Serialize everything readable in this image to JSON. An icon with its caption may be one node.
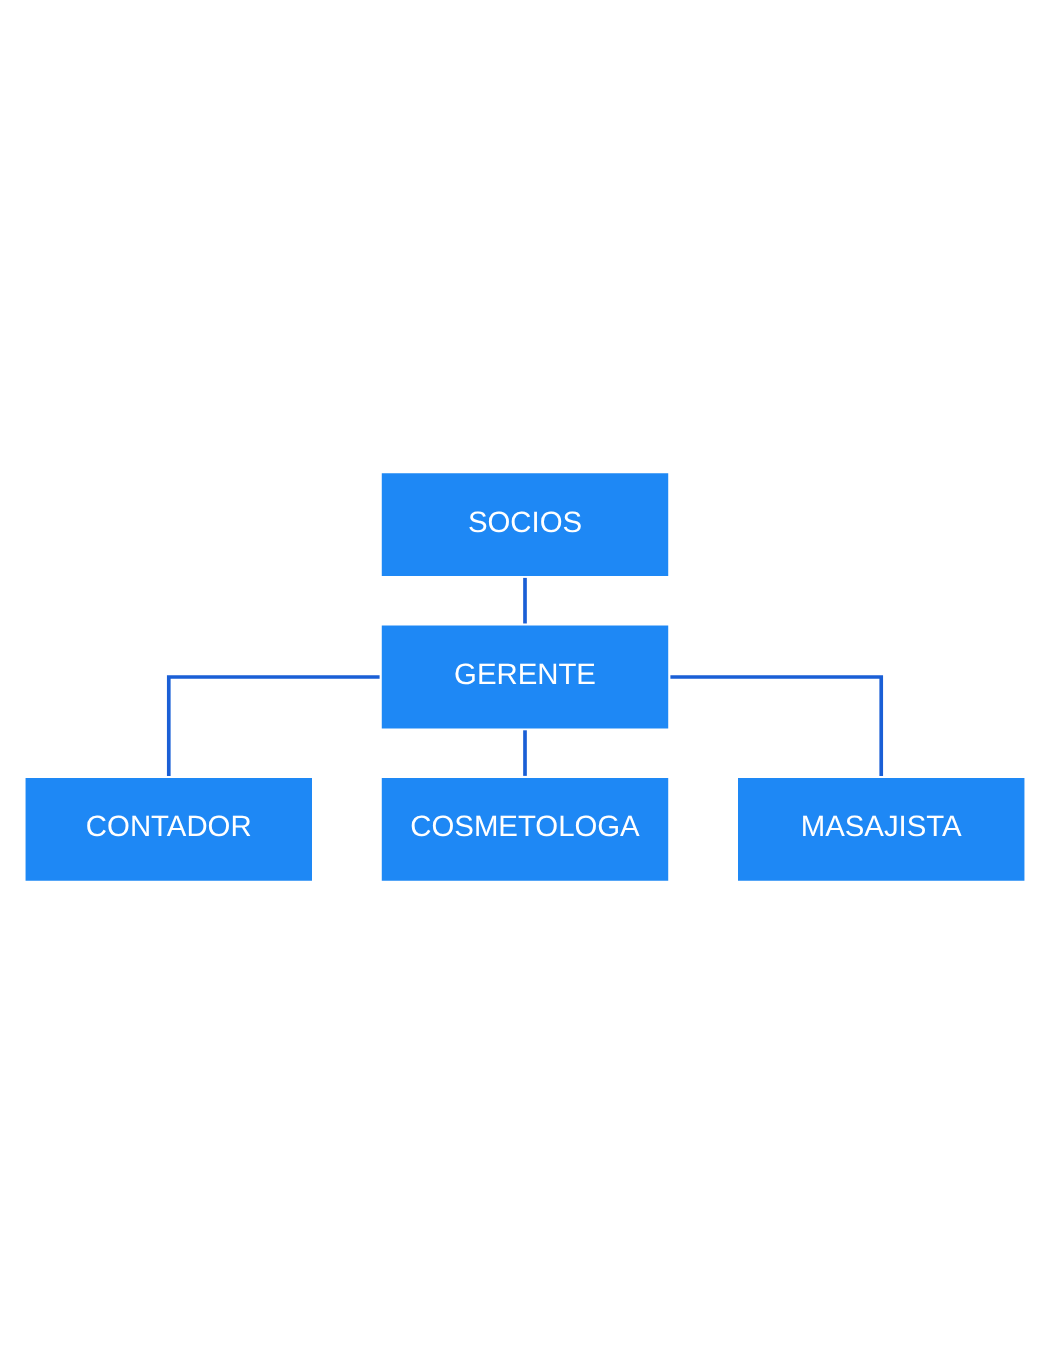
{
  "diagram": {
    "nodes": [
      {
        "text": [
          "SOCIOS"
        ]
      },
      {
        "text": [
          "GERENTE"
        ]
      },
      {
        "text": [
          "CONTADOR"
        ]
      },
      {
        "text": [
          "COSMETOLOGA"
        ]
      },
      {
        "text": [
          "MASAJISTA"
        ]
      }
    ],
    "edges": [
      {
        "from": 0,
        "to": 1,
        "arrow": "none"
      },
      {
        "from": 1,
        "to": 2,
        "arrow": "none"
      },
      {
        "from": 1,
        "to": 3,
        "arrow": "none"
      },
      {
        "from": 1,
        "to": 4,
        "arrow": "none"
      }
    ]
  }
}
